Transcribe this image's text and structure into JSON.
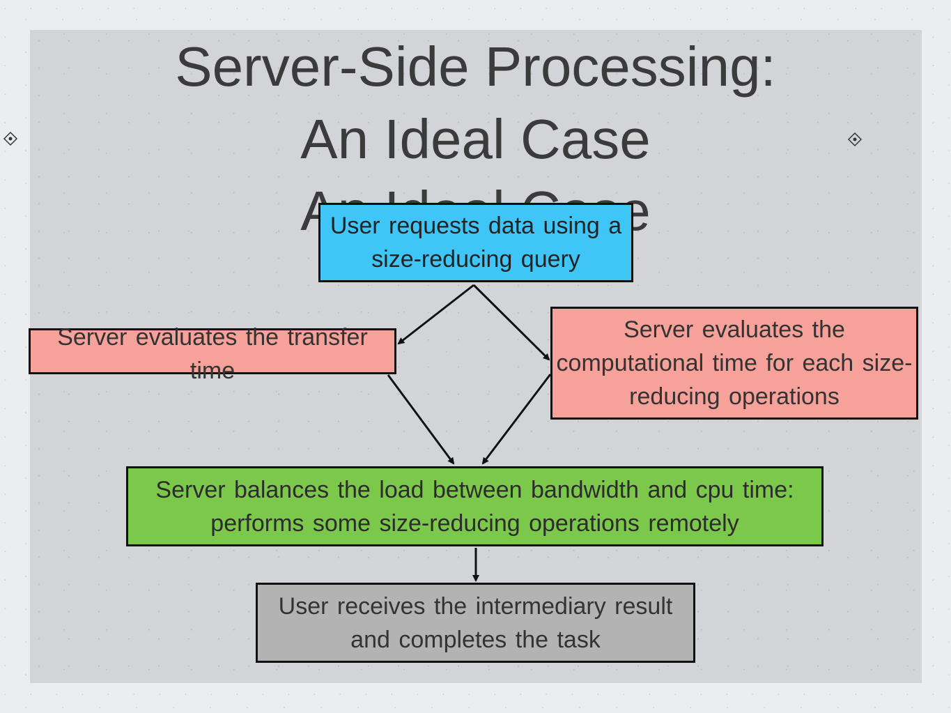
{
  "slide": {
    "title_lines": [
      "Server-Side Processing:",
      "An Ideal Case",
      "An Ideal Case"
    ]
  },
  "diagram": {
    "nodes": {
      "request": "User requests data using a size-reducing query",
      "transfer": "Server evaluates the transfer time",
      "compute": "Server evaluates the computational time for each size-reducing operations",
      "balance": "Server balances the load between bandwidth and cpu time: performs some size-reducing operations remotely",
      "result": "User receives the intermediary result and completes the task"
    },
    "edges": [
      [
        "request",
        "transfer"
      ],
      [
        "request",
        "compute"
      ],
      [
        "transfer",
        "balance"
      ],
      [
        "compute",
        "balance"
      ],
      [
        "balance",
        "result"
      ]
    ]
  },
  "colors": {
    "request": "#3fc6f7",
    "evaluate": "#f6a19a",
    "balance": "#7cc84a",
    "result": "#b3b3b3"
  },
  "icons": {
    "left_marker": "diamond-dot-icon",
    "right_marker": "diamond-dot-icon"
  }
}
